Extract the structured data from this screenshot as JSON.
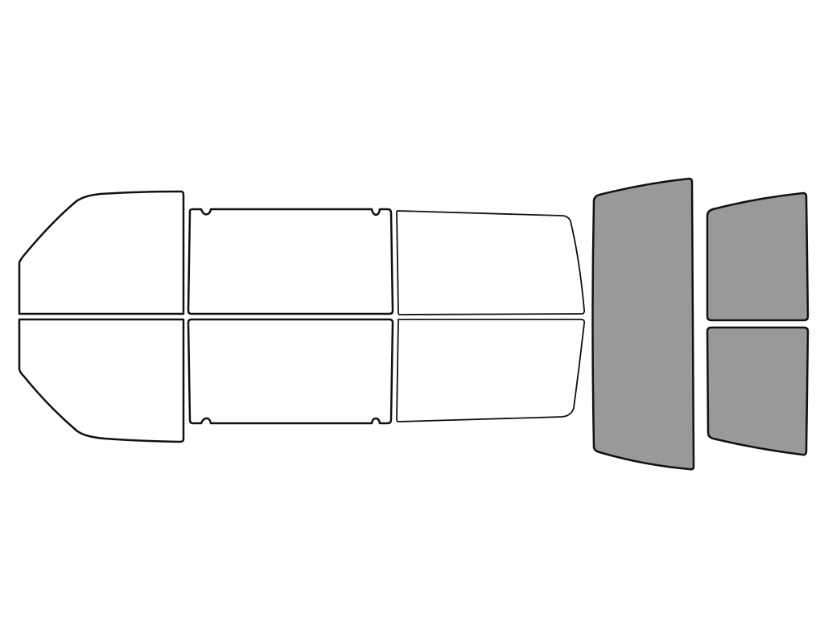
{
  "diagram": {
    "colors": {
      "background": "#ffffff",
      "outline": "#111111",
      "untinted_fill": "#ffffff",
      "tinted_fill": "#999999"
    },
    "panels": [
      {
        "id": "front-windshield-upper",
        "tinted": false
      },
      {
        "id": "front-windshield-lower",
        "tinted": false
      },
      {
        "id": "front-door-window-upper",
        "tinted": false
      },
      {
        "id": "front-door-window-lower",
        "tinted": false
      },
      {
        "id": "rear-door-window-upper",
        "tinted": false
      },
      {
        "id": "rear-door-window-lower",
        "tinted": false
      },
      {
        "id": "rear-windshield",
        "tinted": true
      },
      {
        "id": "quarter-window-upper",
        "tinted": true
      },
      {
        "id": "quarter-window-lower",
        "tinted": true
      }
    ]
  }
}
